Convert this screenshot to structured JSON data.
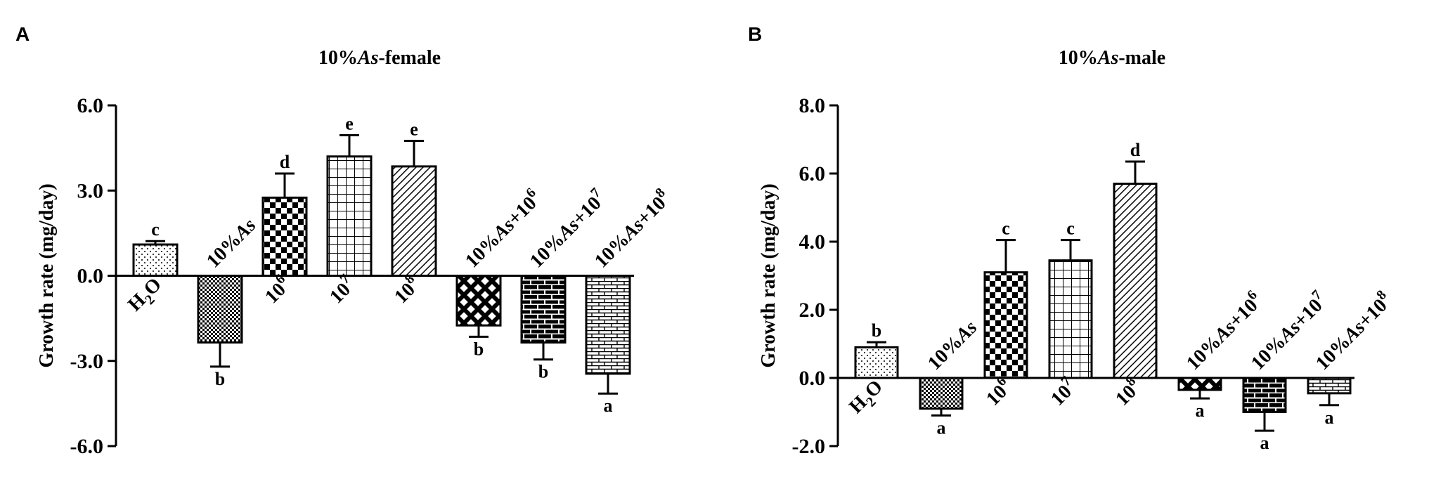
{
  "chart_data": [
    {
      "panel": "A",
      "type": "bar",
      "title": "10%As-female",
      "title_parts": [
        "10%",
        "As",
        "-female"
      ],
      "ylabel": "Growth rate (mg/day)",
      "xlabel": "",
      "ylim": [
        -6.0,
        6.0
      ],
      "yticks": [
        -6.0,
        -3.0,
        0.0,
        3.0,
        6.0
      ],
      "ytick_labels": [
        "-6.0",
        "-3.0",
        "0.0",
        "3.0",
        "6.0"
      ],
      "grid": false,
      "categories": [
        "H2O",
        "10%As",
        "10^6",
        "10^7",
        "10^8",
        "10%As+10^6",
        "10%As+10^7",
        "10%As+10^8"
      ],
      "values": [
        1.1,
        -2.35,
        2.75,
        4.2,
        3.85,
        -1.75,
        -2.35,
        -3.45
      ],
      "errors": [
        0.12,
        0.85,
        0.85,
        0.75,
        0.9,
        0.4,
        0.6,
        0.7
      ],
      "significance": [
        "c",
        "b",
        "d",
        "e",
        "e",
        "b",
        "b",
        "a"
      ],
      "patterns": [
        "dots",
        "fine-checker",
        "checker",
        "grid",
        "diagonal",
        "bold-cross",
        "brick",
        "horizontal-brick"
      ]
    },
    {
      "panel": "B",
      "type": "bar",
      "title": "10%As-male",
      "title_parts": [
        "10%",
        "As",
        "-male"
      ],
      "ylabel": "Growth rate (mg/day)",
      "xlabel": "",
      "ylim": [
        -2.0,
        8.0
      ],
      "yticks": [
        -2.0,
        0.0,
        2.0,
        4.0,
        6.0,
        8.0
      ],
      "ytick_labels": [
        "-2.0",
        "0.0",
        "2.0",
        "4.0",
        "6.0",
        "8.0"
      ],
      "grid": false,
      "categories": [
        "H2O",
        "10%As",
        "10^6",
        "10^7",
        "10^8",
        "10%As+10^6",
        "10%As+10^7",
        "10%As+10^8"
      ],
      "values": [
        0.9,
        -0.9,
        3.1,
        3.45,
        5.7,
        -0.35,
        -1.0,
        -0.45
      ],
      "errors": [
        0.15,
        0.2,
        0.95,
        0.6,
        0.65,
        0.25,
        0.55,
        0.35
      ],
      "significance": [
        "b",
        "a",
        "c",
        "c",
        "d",
        "a",
        "a",
        "a"
      ],
      "patterns": [
        "dots",
        "fine-checker",
        "checker",
        "grid",
        "diagonal",
        "bold-cross",
        "brick",
        "horizontal-brick"
      ]
    }
  ]
}
